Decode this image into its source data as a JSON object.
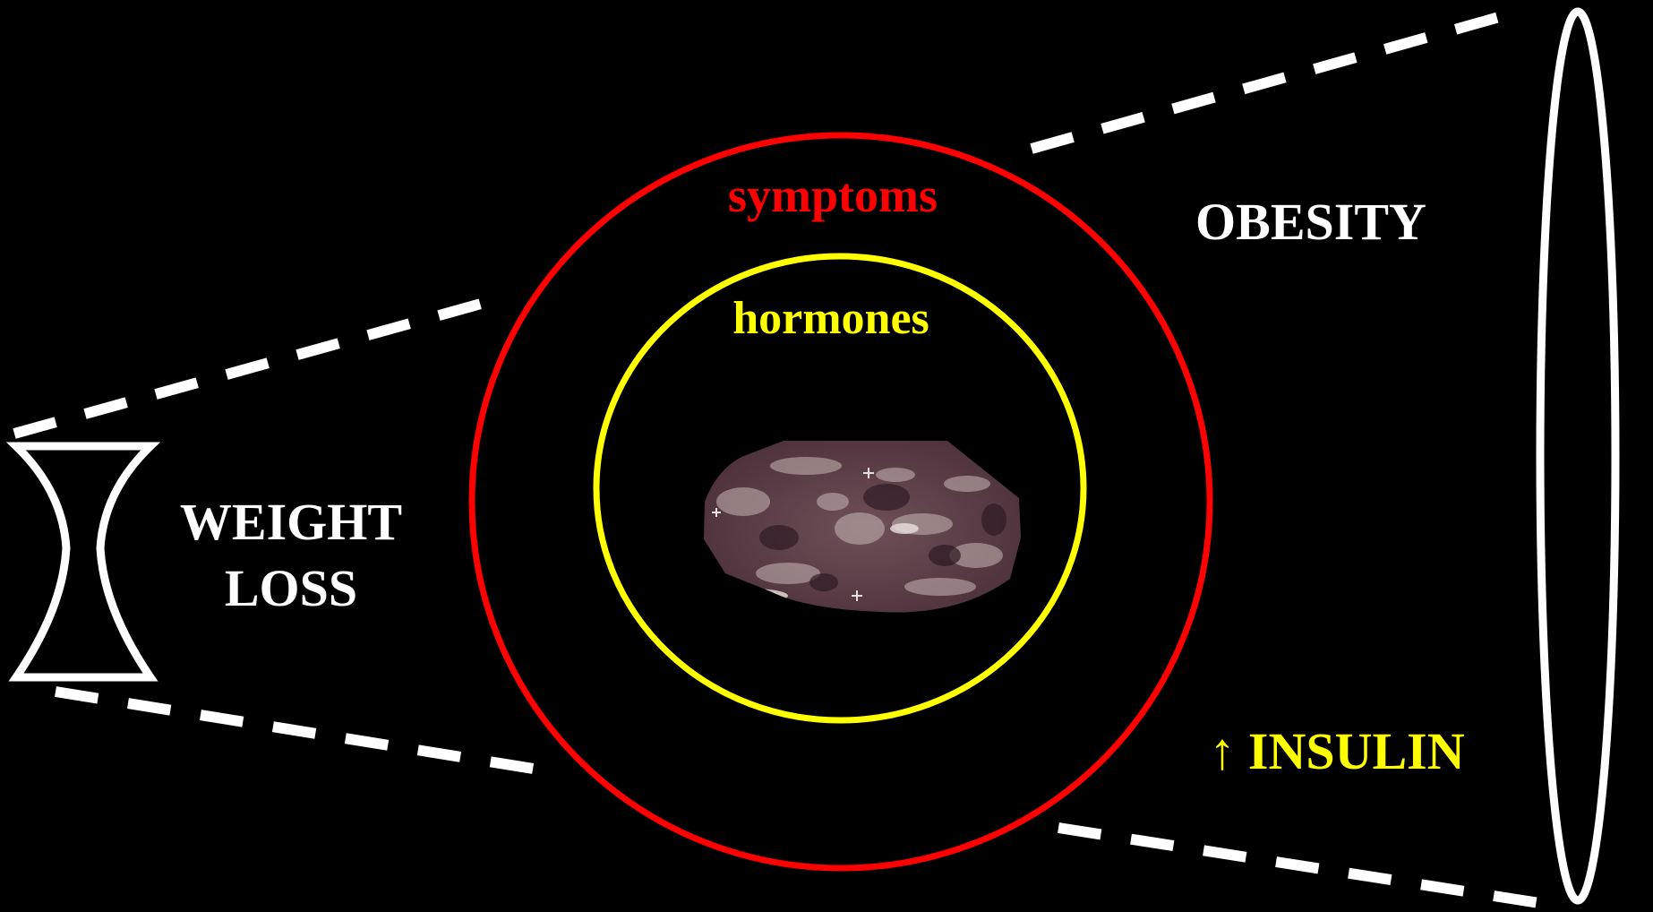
{
  "labels": {
    "symptoms": "symptoms",
    "hormones": "hormones",
    "obesity": "OBESITY",
    "weight_loss_line1": "WEIGHT",
    "weight_loss_line2": "LOSS",
    "insulin": "↑ INSULIN"
  },
  "colors": {
    "background": "#000000",
    "symptoms_ring": "#ff0000",
    "hormones_ring": "#ffff00",
    "dashes": "#ffffff",
    "obesity_text": "#ffffff",
    "weight_loss_text": "#ffffff",
    "insulin_text": "#ffff00",
    "ultrasound_tissue": "#5a3d46"
  },
  "icons": {
    "small_end": "hourglass-icon",
    "large_end": "ellipse-opening-icon",
    "center_image": "ultrasound-ovary-image"
  }
}
